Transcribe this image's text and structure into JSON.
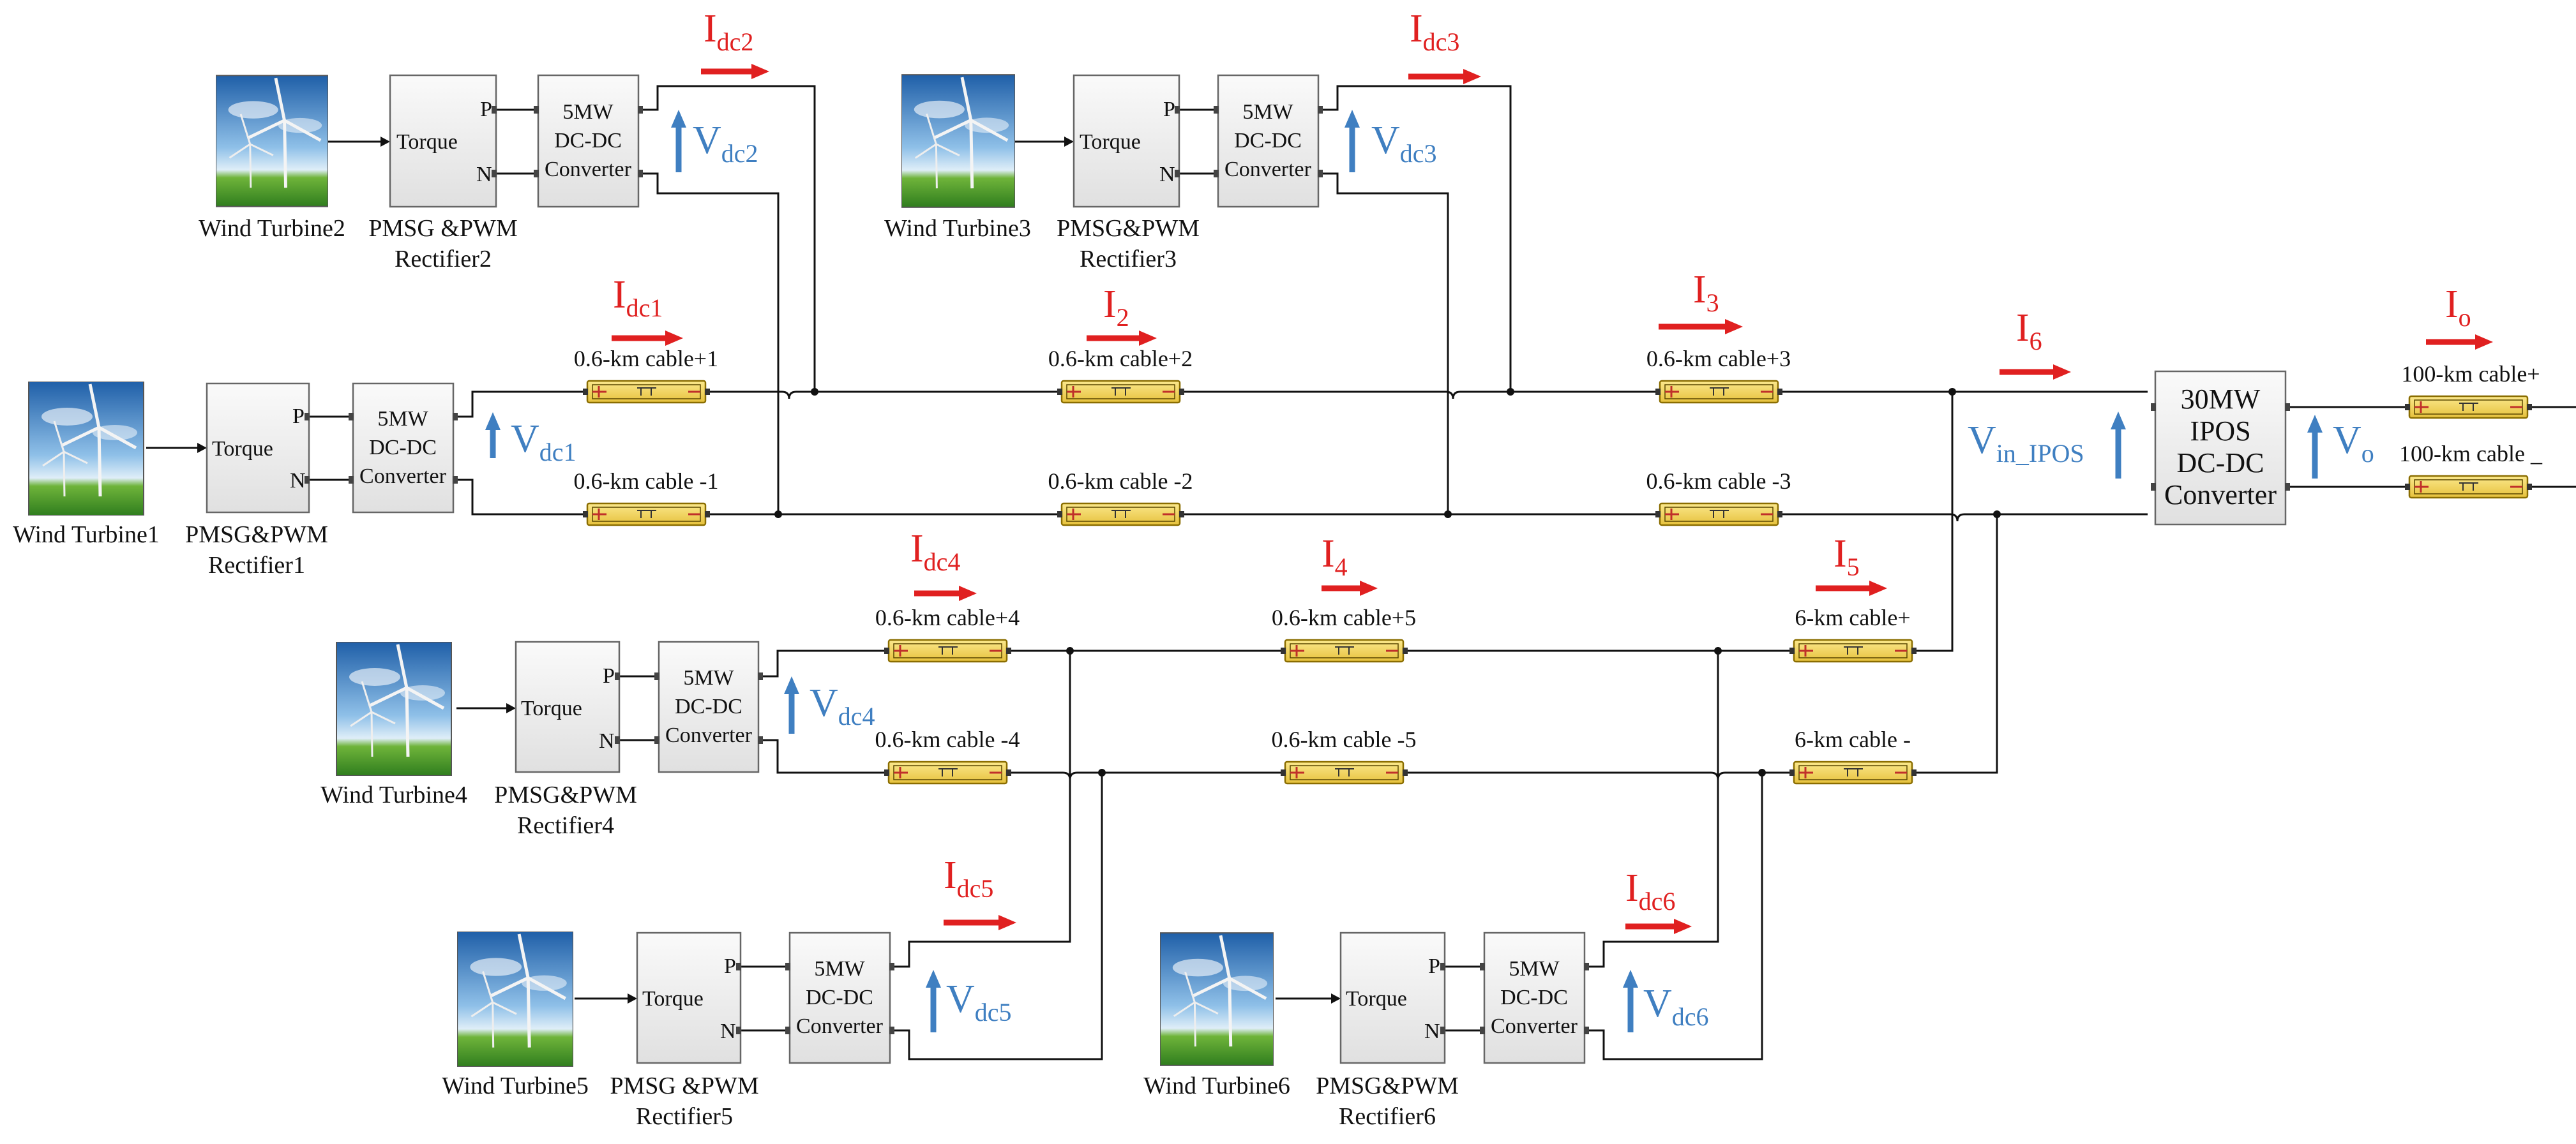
{
  "colors": {
    "current_arrow": "#e02020",
    "voltage_arrow": "#3f7fc1",
    "cable_fill": "#f2d35a",
    "block_fill": "#efefef",
    "wire": "#111111"
  },
  "icons": {
    "wind_turbine": "wind-turbine-image",
    "cable": "pi-section-cable-icon"
  },
  "turbines": [
    {
      "caption": "Wind Turbine1"
    },
    {
      "caption": "Wind Turbine2"
    },
    {
      "caption": "Wind Turbine3"
    },
    {
      "caption": "Wind Turbine4"
    },
    {
      "caption": "Wind Turbine5"
    },
    {
      "caption": "Wind Turbine6"
    }
  ],
  "generators": [
    {
      "inner": "Torque",
      "caption1": "PMSG&PWM",
      "caption2": "Rectifier1",
      "p": "P",
      "n": "N"
    },
    {
      "inner": "Torque",
      "caption1": "PMSG &PWM",
      "caption2": "Rectifier2",
      "p": "P",
      "n": "N"
    },
    {
      "inner": "Torque",
      "caption1": "PMSG&PWM",
      "caption2": "Rectifier3",
      "p": "P",
      "n": "N"
    },
    {
      "inner": "Torque",
      "caption1": "PMSG&PWM",
      "caption2": "Rectifier4",
      "p": "P",
      "n": "N"
    },
    {
      "inner": "Torque",
      "caption1": "PMSG &PWM",
      "caption2": "Rectifier5",
      "p": "P",
      "n": "N"
    },
    {
      "inner": "Torque",
      "caption1": "PMSG&PWM",
      "caption2": "Rectifier6",
      "p": "P",
      "n": "N"
    }
  ],
  "converter_lines": [
    "5MW",
    "DC-DC",
    "Converter"
  ],
  "ipos_lines": [
    "30MW",
    "IPOS",
    "DC-DC",
    "Converter"
  ],
  "cables": [
    {
      "label": "0.6-km cable+1"
    },
    {
      "label": "0.6-km cable -1"
    },
    {
      "label": "0.6-km cable+2"
    },
    {
      "label": "0.6-km cable -2"
    },
    {
      "label": "0.6-km cable+3"
    },
    {
      "label": "0.6-km cable -3"
    },
    {
      "label": "0.6-km cable+4"
    },
    {
      "label": "0.6-km cable -4"
    },
    {
      "label": "0.6-km cable+5"
    },
    {
      "label": "0.6-km cable -5"
    },
    {
      "label": "6-km cable+"
    },
    {
      "label": "6-km cable -"
    },
    {
      "label": "100-km cable+"
    },
    {
      "label": "100-km cable _"
    }
  ],
  "currents": [
    {
      "main": "I",
      "sub": "dc1"
    },
    {
      "main": "I",
      "sub": "dc2"
    },
    {
      "main": "I",
      "sub": "dc3"
    },
    {
      "main": "I",
      "sub": "dc4"
    },
    {
      "main": "I",
      "sub": "dc5"
    },
    {
      "main": "I",
      "sub": "dc6"
    },
    {
      "main": "I",
      "sub": "2"
    },
    {
      "main": "I",
      "sub": "3"
    },
    {
      "main": "I",
      "sub": "4"
    },
    {
      "main": "I",
      "sub": "5"
    },
    {
      "main": "I",
      "sub": "6"
    },
    {
      "main": "I",
      "sub": "o"
    }
  ],
  "voltages": [
    {
      "main": "V",
      "sub": "dc1"
    },
    {
      "main": "V",
      "sub": "dc2"
    },
    {
      "main": "V",
      "sub": "dc3"
    },
    {
      "main": "V",
      "sub": "dc4"
    },
    {
      "main": "V",
      "sub": "dc5"
    },
    {
      "main": "V",
      "sub": "dc6"
    },
    {
      "main": "V",
      "sub": "in_IPOS"
    },
    {
      "main": "V",
      "sub": "o"
    }
  ]
}
